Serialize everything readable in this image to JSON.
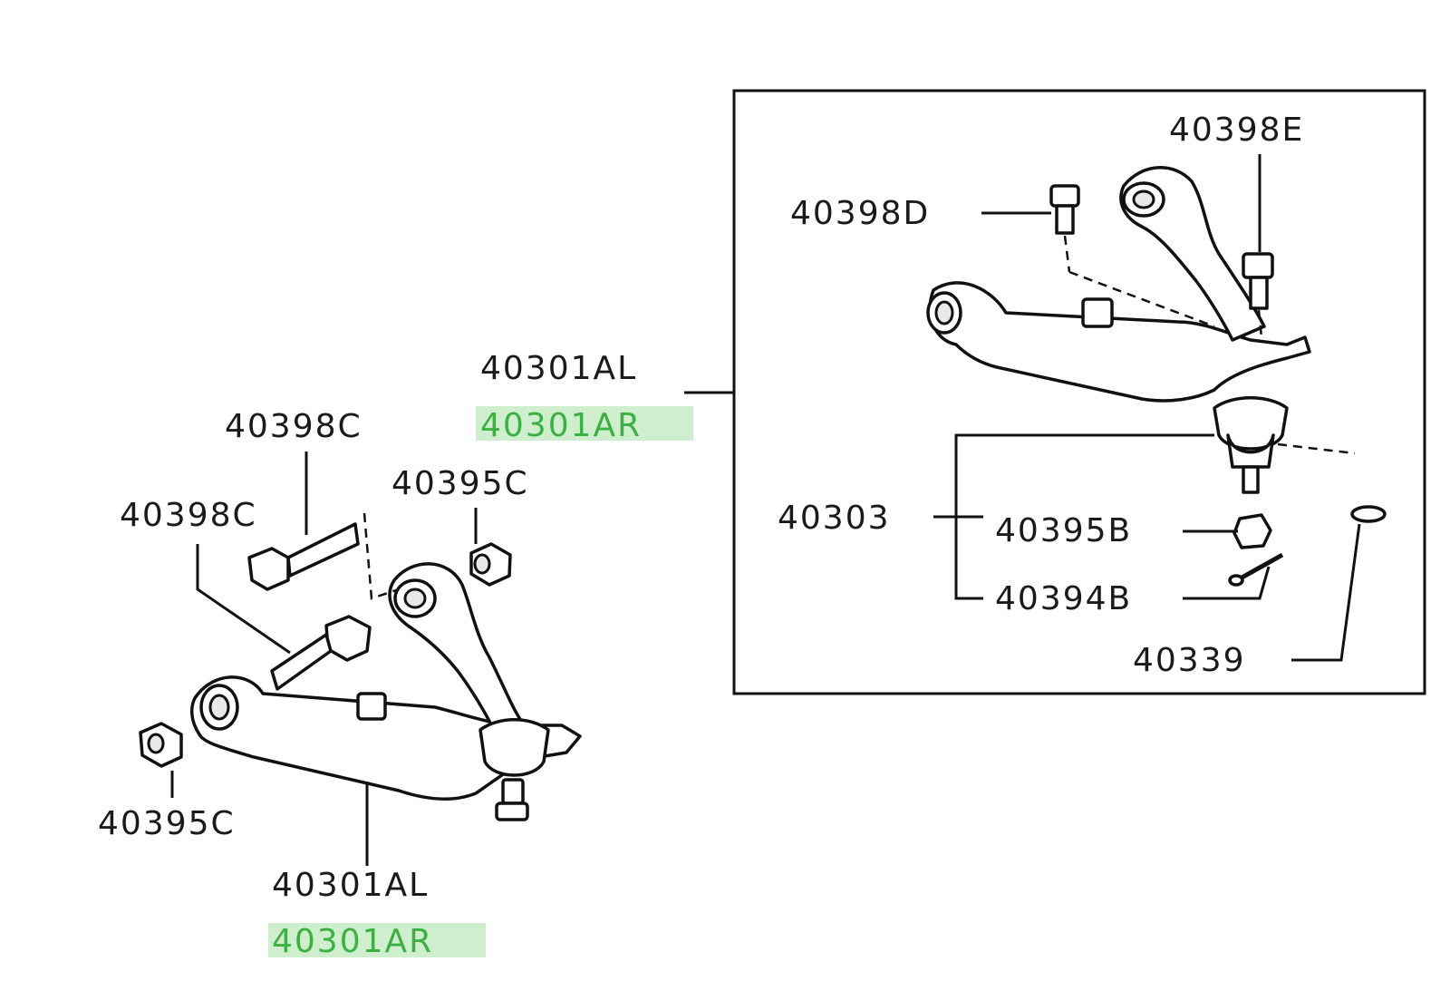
{
  "labels": {
    "inset_arm_left": "40301AL",
    "inset_arm_right": "40301AR",
    "inset_bolt_d": "40398D",
    "inset_bolt_e": "40398E",
    "inset_ball_joint": "40303",
    "inset_nut_b": "40395B",
    "inset_pin_b": "40394B",
    "inset_clip": "40339",
    "main_bolt_upper": "40398C",
    "main_bolt_lower": "40398C",
    "main_nut_upper": "40395C",
    "main_nut_lower": "40395C",
    "main_arm_left": "40301AL",
    "main_arm_right": "40301AR"
  },
  "colors": {
    "highlight_bg": "#cfeecd",
    "highlight_text": "#3cb043",
    "line": "#111111"
  }
}
